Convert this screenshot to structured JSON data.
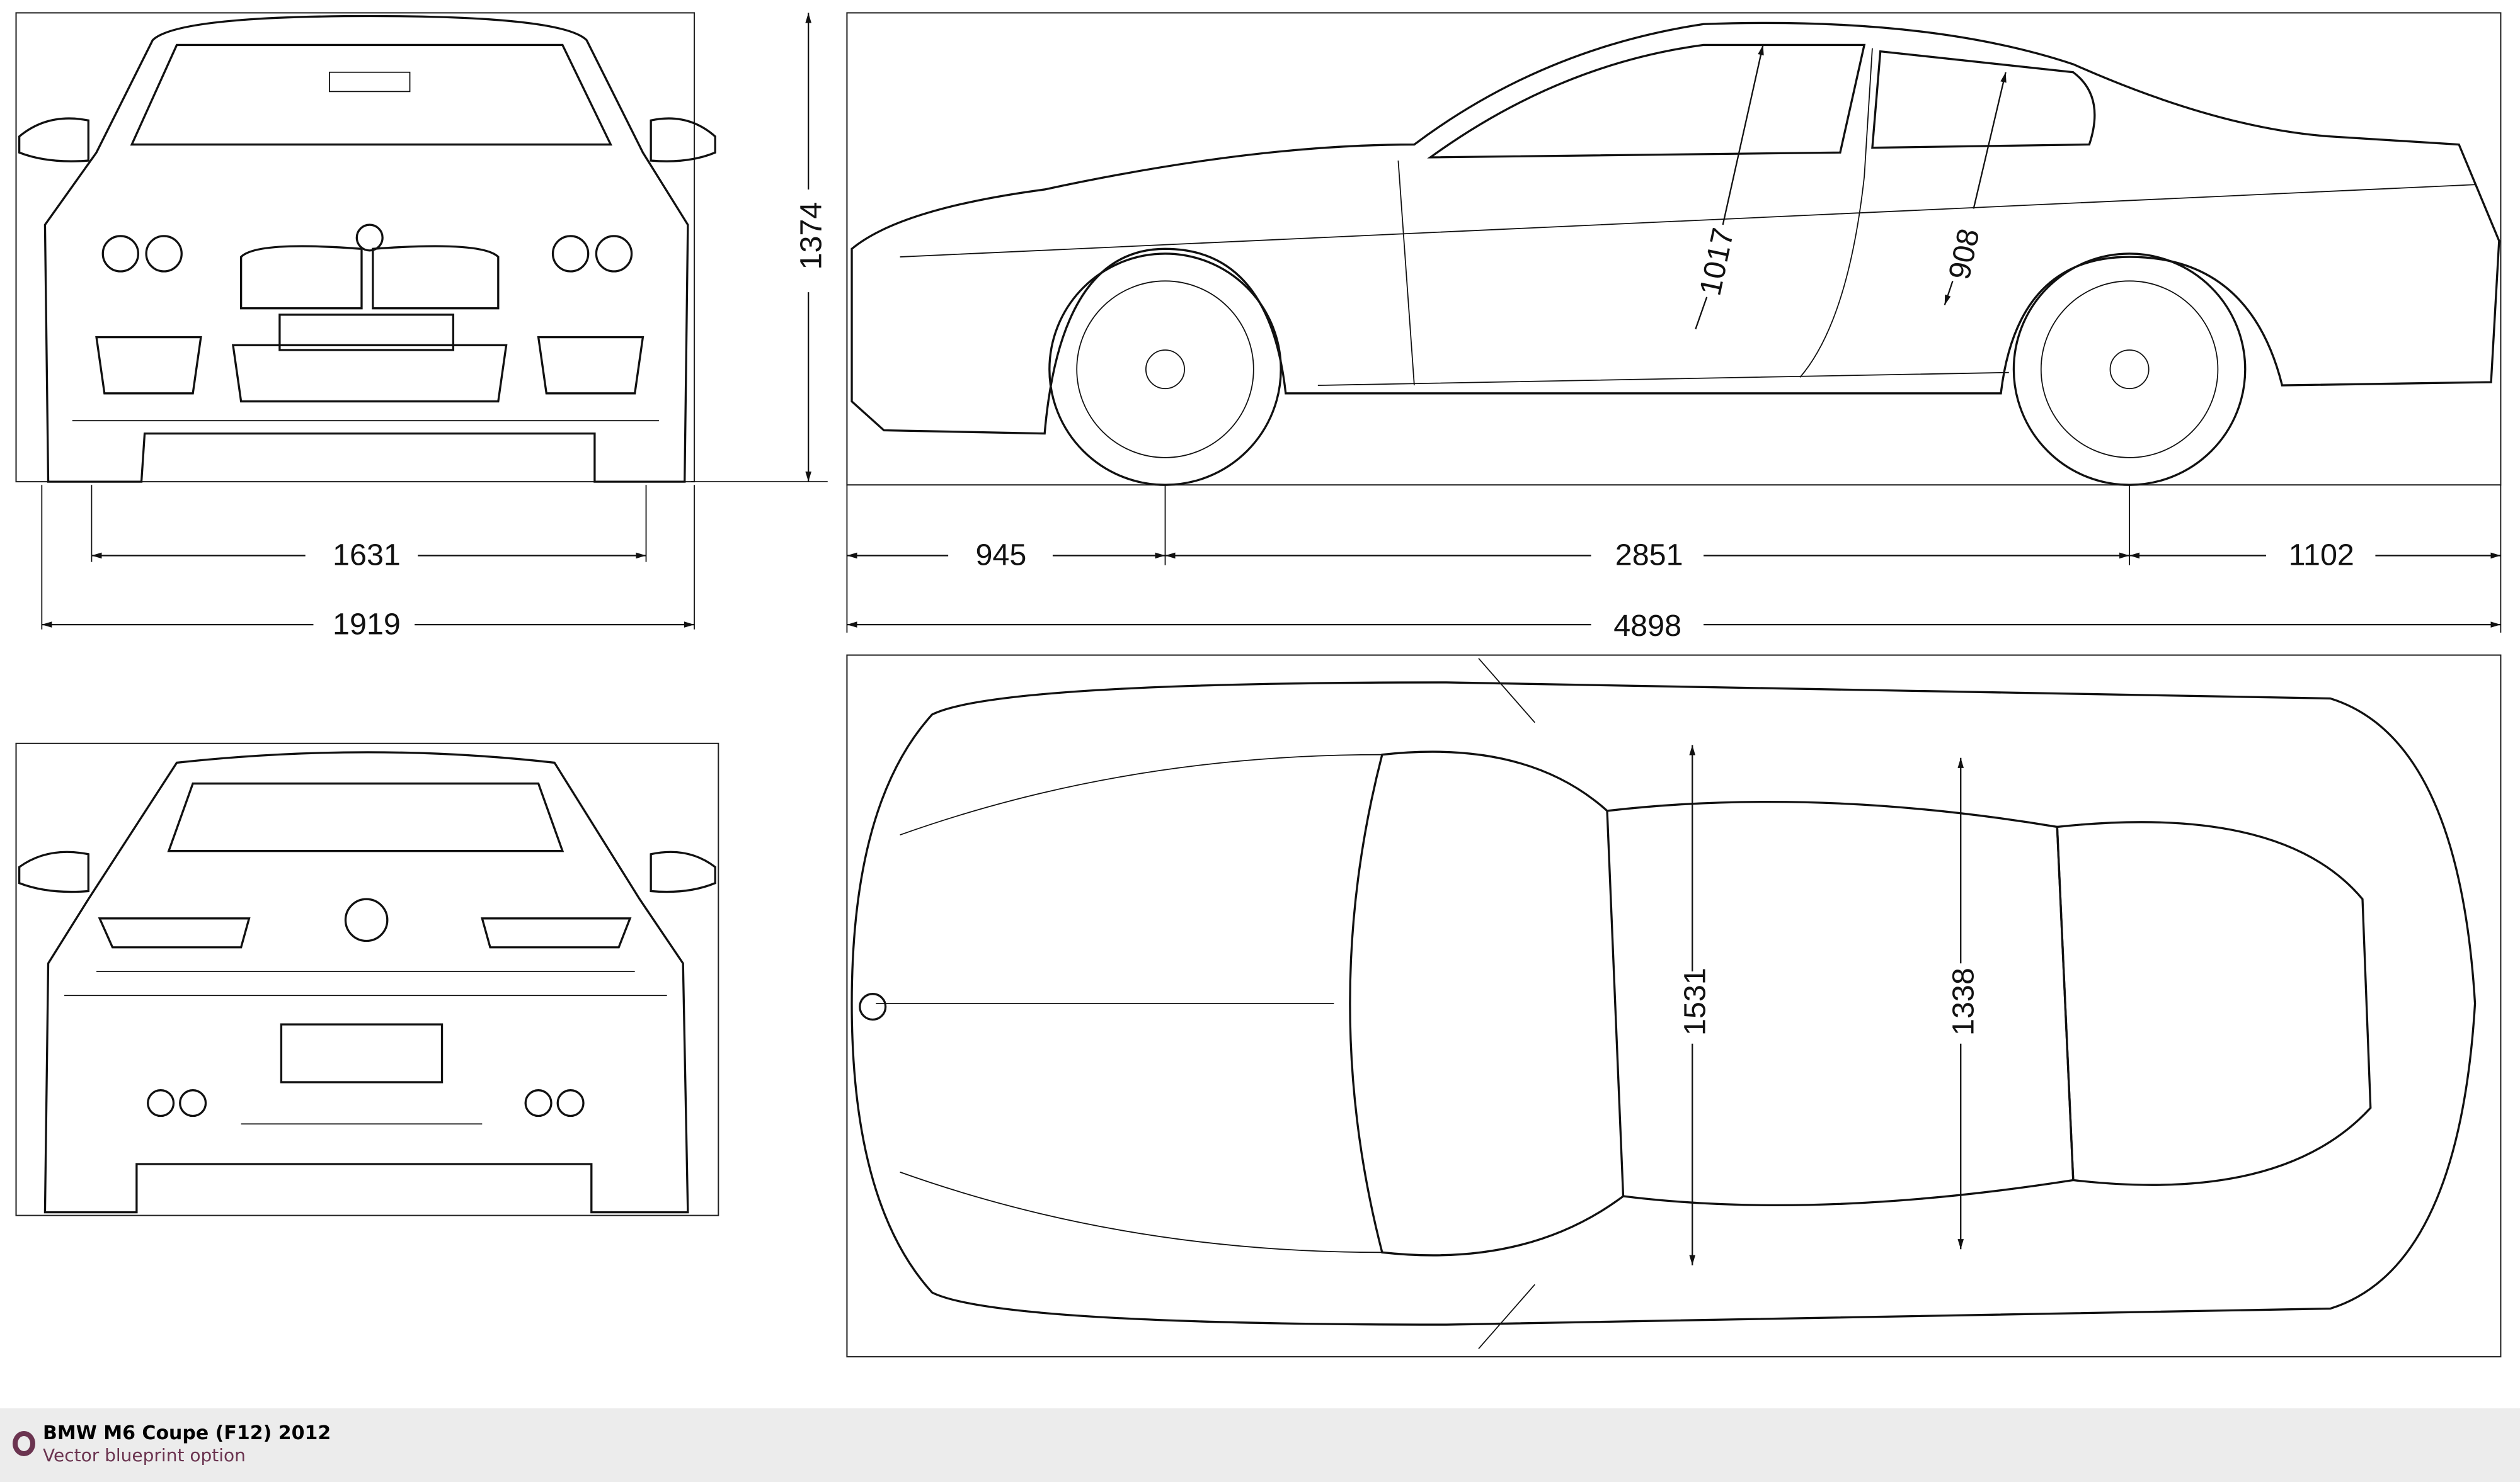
{
  "footer": {
    "title": "BMW M6 Coupe (F12) 2012",
    "subtitle": "Vector blueprint option",
    "accent": "#6b3450"
  },
  "dimensions": {
    "height": "1374",
    "front_track": "1631",
    "width": "1919",
    "front_overhang": "945",
    "wheelbase": "2851",
    "rear_overhang": "1102",
    "length": "4898",
    "front_headroom": "1017",
    "rear_headroom": "908",
    "front_shoulder": "1531",
    "rear_shoulder": "1338"
  }
}
